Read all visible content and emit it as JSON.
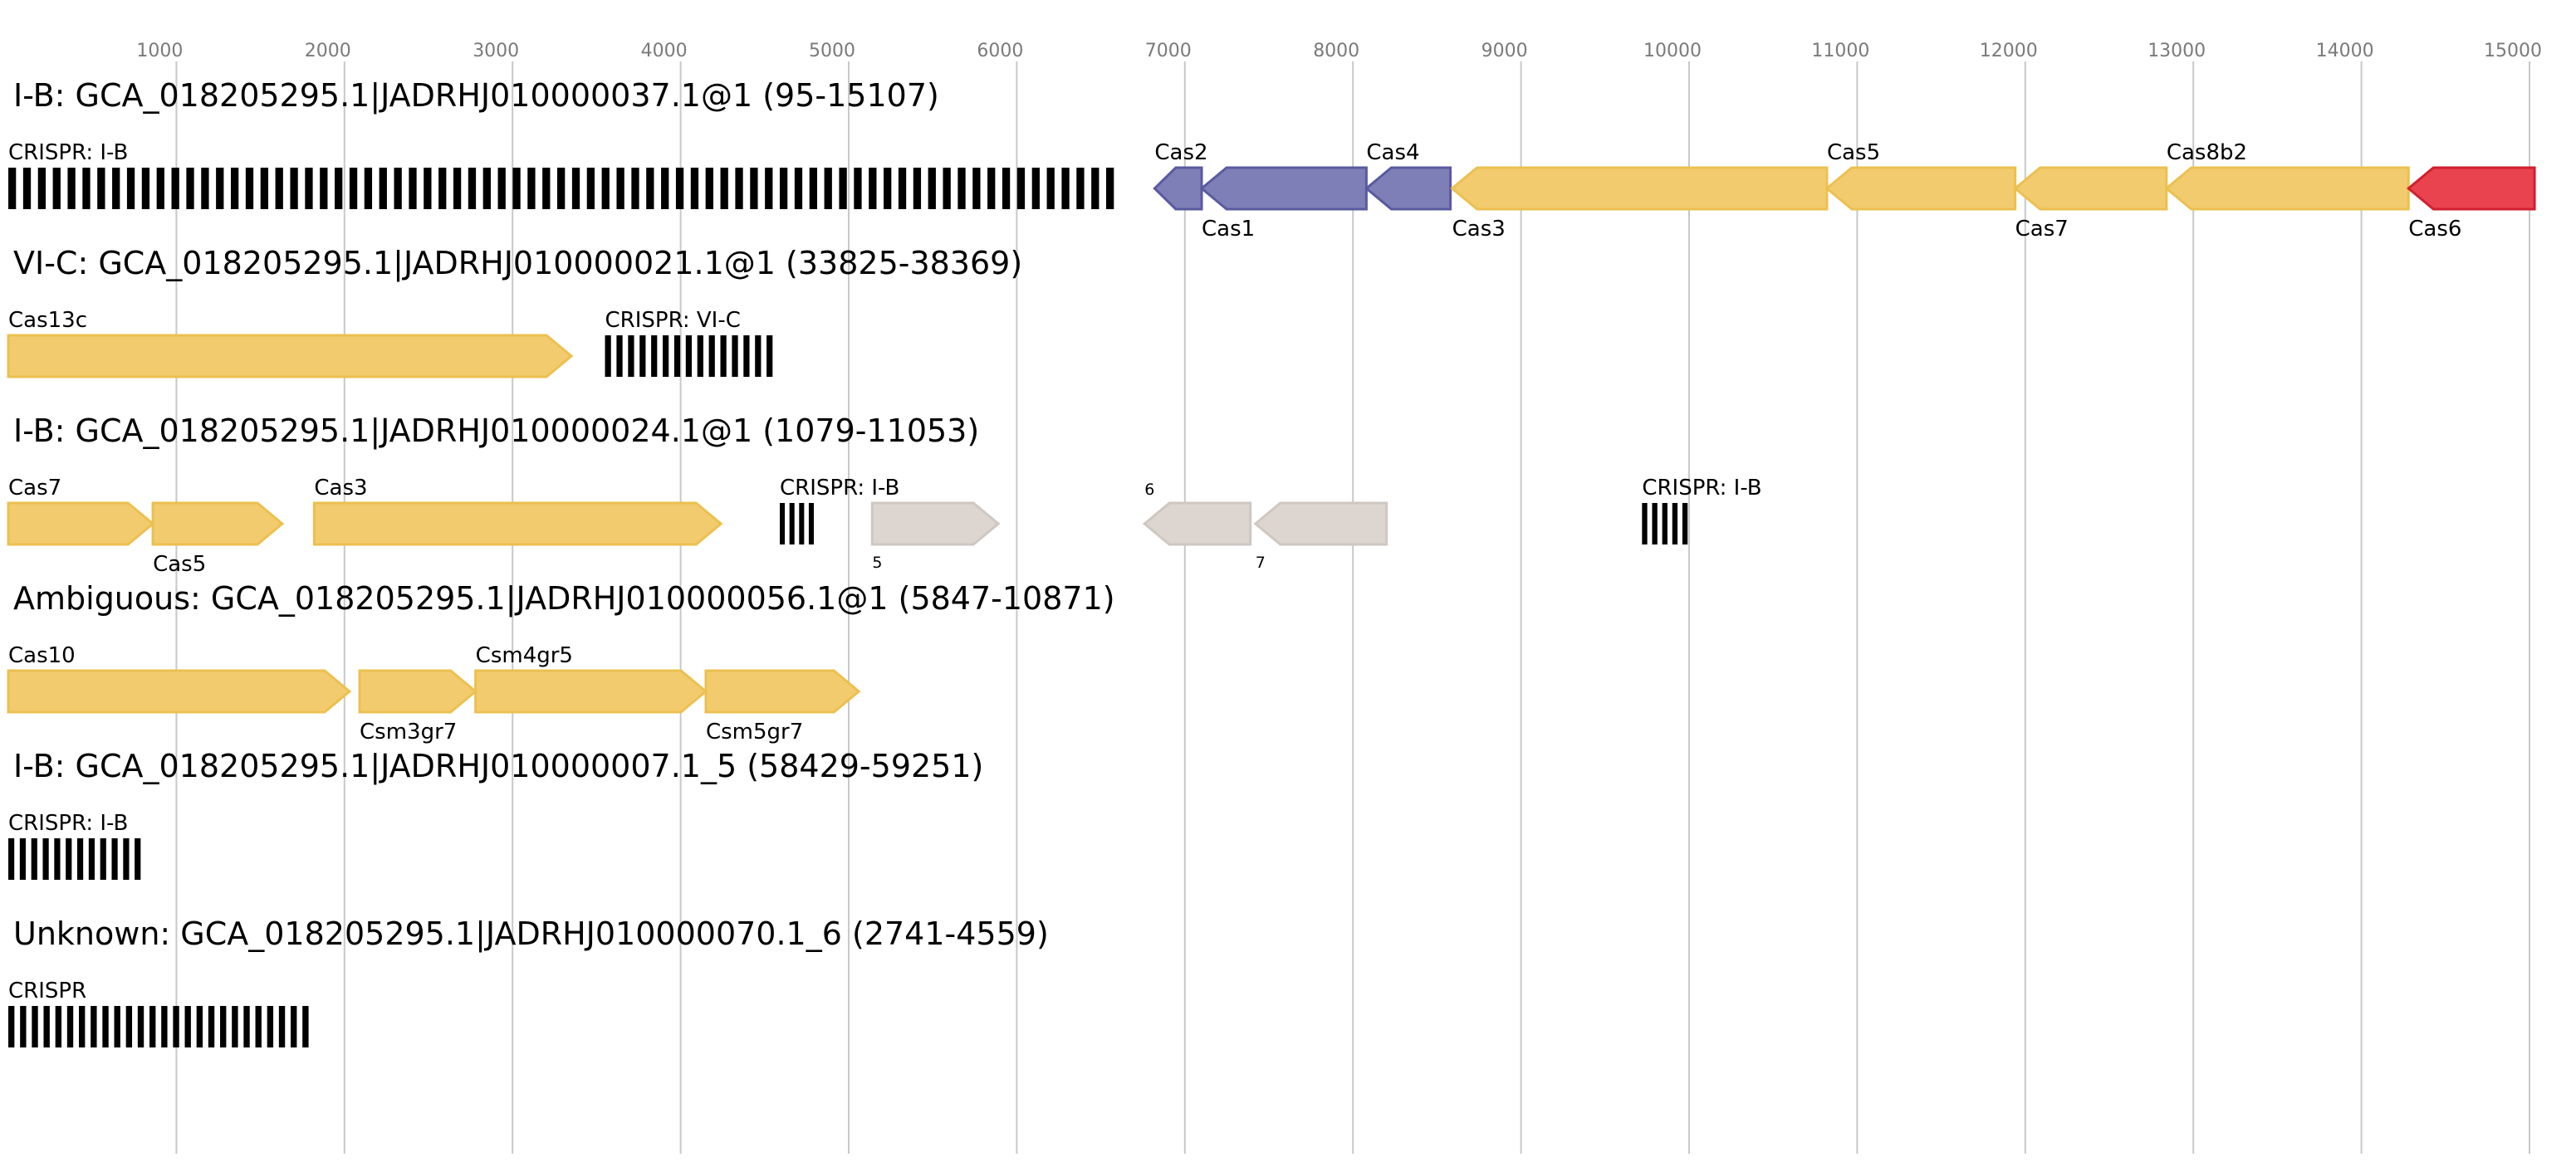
{
  "axis": {
    "ticks": [
      1000,
      2000,
      3000,
      4000,
      5000,
      6000,
      7000,
      8000,
      9000,
      10000,
      11000,
      12000,
      13000,
      14000,
      15000
    ],
    "range": [
      0,
      15300
    ]
  },
  "colors": {
    "yellow_fill": "#f2cb6e",
    "yellow_edge": "#ecc050",
    "purple_fill": "#7f7fb8",
    "purple_edge": "#5a5aa0",
    "red_fill": "#e8434f",
    "red_edge": "#d11f2f",
    "grey_fill": "#dcd5d0",
    "grey_edge": "#cfc7c1",
    "grid": "#c8c8c8",
    "tick_text": "#7a7a7a"
  },
  "loci": [
    {
      "title": "I-B: GCA_018205295.1|JADRHJ010000037.1@1 (95-15107)",
      "arrays": [
        {
          "start": 0,
          "end": 6620,
          "count": 75,
          "label": "CRISPR: I-B",
          "label_pos": "above"
        }
      ],
      "genes": [
        {
          "label": "Cas2",
          "start": 6820,
          "end": 7100,
          "strand": -1,
          "color": "purple",
          "label_pos": "above"
        },
        {
          "label": "Cas1",
          "start": 7100,
          "end": 8080,
          "strand": -1,
          "color": "purple",
          "label_pos": "below"
        },
        {
          "label": "Cas4",
          "start": 8080,
          "end": 8580,
          "strand": -1,
          "color": "purple",
          "label_pos": "above"
        },
        {
          "label": "Cas3",
          "start": 8590,
          "end": 10820,
          "strand": -1,
          "color": "yellow",
          "label_pos": "below"
        },
        {
          "label": "Cas5",
          "start": 10820,
          "end": 11940,
          "strand": -1,
          "color": "yellow",
          "label_pos": "above"
        },
        {
          "label": "Cas7",
          "start": 11940,
          "end": 12840,
          "strand": -1,
          "color": "yellow",
          "label_pos": "below"
        },
        {
          "label": "Cas8b2",
          "start": 12840,
          "end": 14280,
          "strand": -1,
          "color": "yellow",
          "label_pos": "above"
        },
        {
          "label": "Cas6",
          "start": 14280,
          "end": 15030,
          "strand": -1,
          "color": "red",
          "label_pos": "below"
        }
      ]
    },
    {
      "title": "VI-C: GCA_018205295.1|JADRHJ010000021.1@1 (33825-38369)",
      "arrays": [
        {
          "start": 3550,
          "end": 4580,
          "count": 15,
          "label": "CRISPR: VI-C",
          "label_pos": "above"
        }
      ],
      "genes": [
        {
          "label": "Cas13c",
          "start": 0,
          "end": 3350,
          "strand": 1,
          "color": "yellow",
          "label_pos": "above"
        }
      ]
    },
    {
      "title": "I-B: GCA_018205295.1|JADRHJ010000024.1@1 (1079-11053)",
      "arrays": [
        {
          "start": 4590,
          "end": 4820,
          "count": 4,
          "label": "CRISPR: I-B",
          "label_pos": "above"
        },
        {
          "start": 9720,
          "end": 10020,
          "count": 5,
          "label": "CRISPR: I-B",
          "label_pos": "above"
        }
      ],
      "genes": [
        {
          "label": "Cas7",
          "start": 0,
          "end": 860,
          "strand": 1,
          "color": "yellow",
          "label_pos": "above"
        },
        {
          "label": "Cas5",
          "start": 860,
          "end": 1630,
          "strand": 1,
          "color": "yellow",
          "label_pos": "below"
        },
        {
          "label": "Cas3",
          "start": 1820,
          "end": 4240,
          "strand": 1,
          "color": "yellow",
          "label_pos": "above"
        },
        {
          "label": "5",
          "start": 5140,
          "end": 5890,
          "strand": 1,
          "color": "grey",
          "label_pos": "below",
          "small": true
        },
        {
          "label": "6",
          "start": 6760,
          "end": 7390,
          "strand": -1,
          "color": "grey",
          "label_pos": "above",
          "small": true
        },
        {
          "label": "7",
          "start": 7420,
          "end": 8200,
          "strand": -1,
          "color": "grey",
          "label_pos": "below",
          "small": true
        }
      ]
    },
    {
      "title": "Ambiguous: GCA_018205295.1|JADRHJ010000056.1@1 (5847-10871)",
      "arrays": [],
      "genes": [
        {
          "label": "Cas10",
          "start": 0,
          "end": 2030,
          "strand": 1,
          "color": "yellow",
          "label_pos": "above"
        },
        {
          "label": "Csm3gr7",
          "start": 2090,
          "end": 2780,
          "strand": 1,
          "color": "yellow",
          "label_pos": "below"
        },
        {
          "label": "Csm4gr5",
          "start": 2780,
          "end": 4150,
          "strand": 1,
          "color": "yellow",
          "label_pos": "above"
        },
        {
          "label": "Csm5gr7",
          "start": 4150,
          "end": 5060,
          "strand": 1,
          "color": "yellow",
          "label_pos": "below"
        }
      ]
    },
    {
      "title": "I-B: GCA_018205295.1|JADRHJ010000007.1_5 (58429-59251)",
      "arrays": [
        {
          "start": 0,
          "end": 820,
          "count": 12,
          "label": "CRISPR: I-B",
          "label_pos": "above"
        }
      ],
      "genes": []
    },
    {
      "title": "Unknown: GCA_018205295.1|JADRHJ010000070.1_6 (2741-4559)",
      "arrays": [
        {
          "start": 0,
          "end": 1820,
          "count": 26,
          "label": "CRISPR",
          "label_pos": "above"
        }
      ],
      "genes": []
    }
  ]
}
